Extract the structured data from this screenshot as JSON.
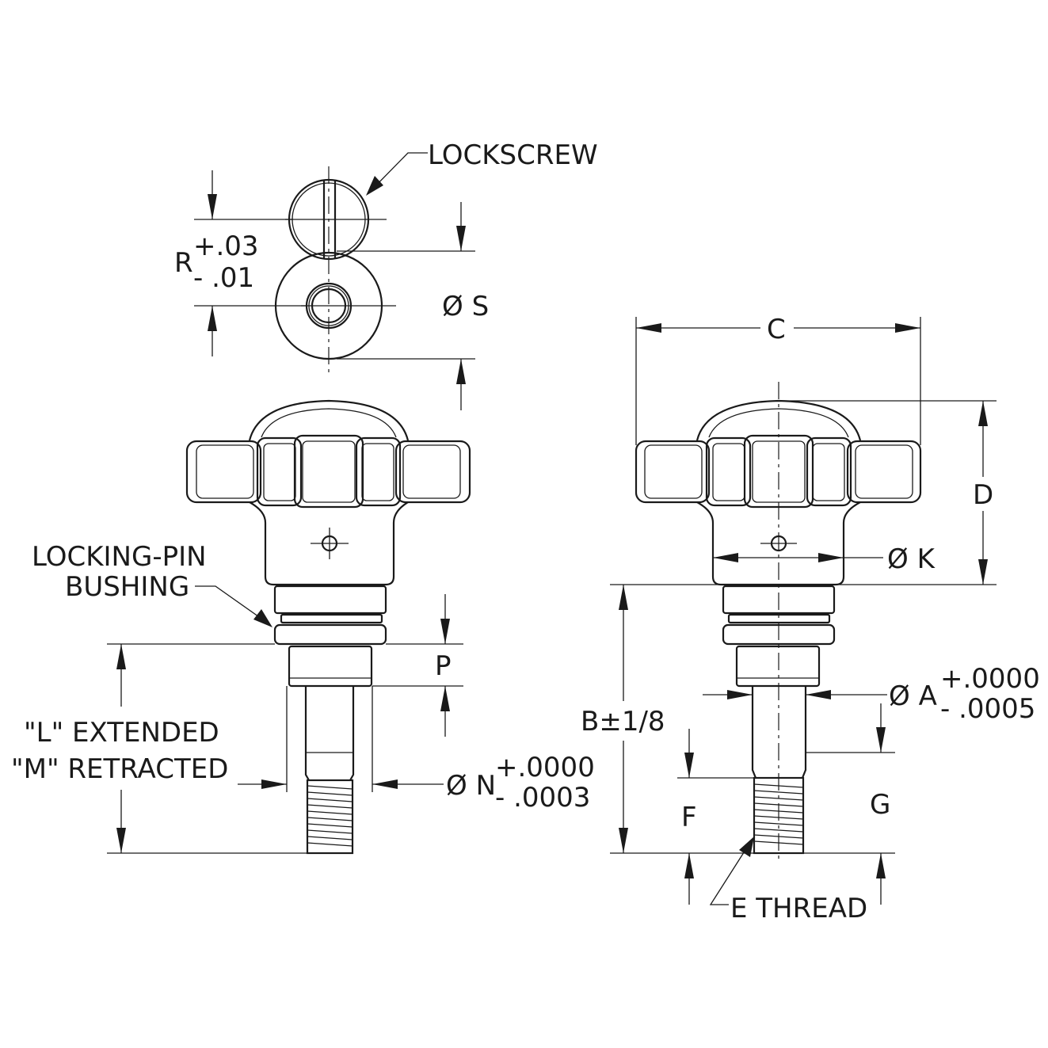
{
  "labels": {
    "lockscrew": "LOCKSCREW",
    "r_letter": "R",
    "r_plus": "+.03",
    "r_minus": "- .01",
    "s_dia": "Ø S",
    "c_dim": "C",
    "d_dim": "D",
    "k_dia": "Ø K",
    "locking_pin_1": "LOCKING-PIN",
    "locking_pin_2": "BUSHING",
    "p_dim": "P",
    "l_extended": "\"L\" EXTENDED",
    "m_retracted": "\"M\" RETRACTED",
    "b_dim": "B±1/8",
    "a_dia": "Ø A",
    "a_plus": "+.0000",
    "a_minus": "- .0005",
    "n_dia": "Ø N",
    "n_plus": "+.0000",
    "n_minus": "- .0003",
    "f_dim": "F",
    "g_dim": "G",
    "e_thread": "E THREAD"
  }
}
